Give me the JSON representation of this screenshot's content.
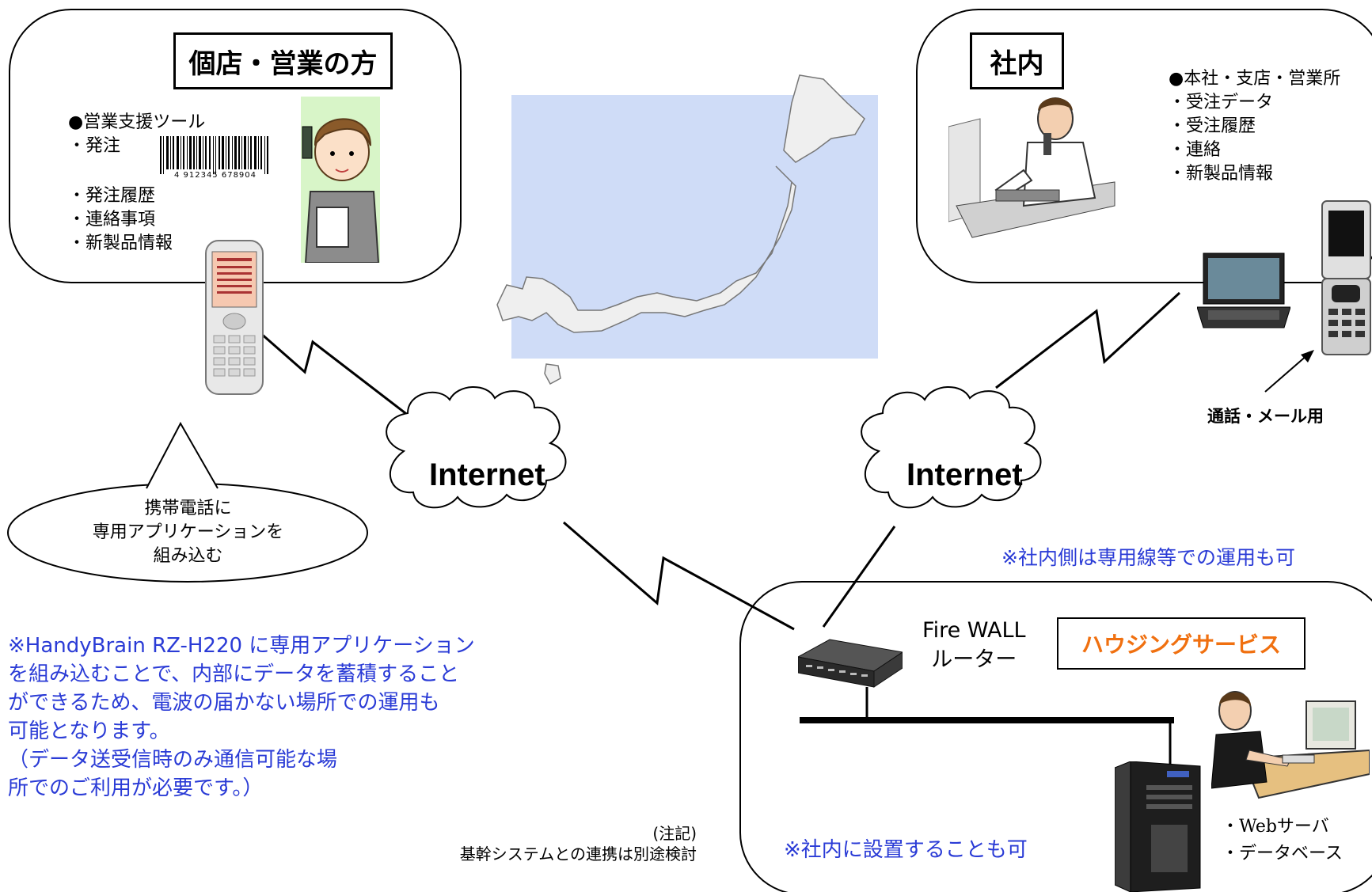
{
  "left_panel": {
    "title": "個店・営業の方",
    "tool_heading": "●営業支援ツール",
    "items": [
      "・発注",
      "・発注履歴",
      "・連絡事項",
      "・新製品情報"
    ],
    "barcode_number": "4 912345 678904"
  },
  "right_panel": {
    "title": "社内",
    "heading": "●本社・支店・営業所",
    "items": [
      "・受注データ",
      "・受注履歴",
      "・連絡",
      "・新製品情報"
    ]
  },
  "phone_caption": "通話・メール用",
  "internet_left": "Internet",
  "internet_right": "Internet",
  "speech_bubble": [
    "携帯電話に",
    "専用アプリケーションを",
    "組み込む"
  ],
  "note_private_line": "※社内側は専用線等での運用も可",
  "housing": {
    "title": "ハウジングサービス",
    "firewall_lines": [
      "Fire WALL",
      "ルーター"
    ],
    "server_items": [
      "・Webサーバ",
      "・データベース"
    ],
    "note": "※社内に設置することも可"
  },
  "handy_note": [
    "※HandyBrain RZ-H220 に専用アプリケーション",
    "を組み込むことで、内部にデータを蓄積すること",
    "ができるため、電波の届かない場所での運用も",
    "可能となります。",
    "（データ送受信時のみ通信可能な場",
    "所でのご利用が必要です。）"
  ],
  "remark": [
    "(注記)",
    "基幹システムとの連携は別途検討"
  ],
  "colors": {
    "note_blue": "#2a3bd6",
    "housing_orange": "#f07010",
    "map_bg": "#cfdcf7"
  }
}
